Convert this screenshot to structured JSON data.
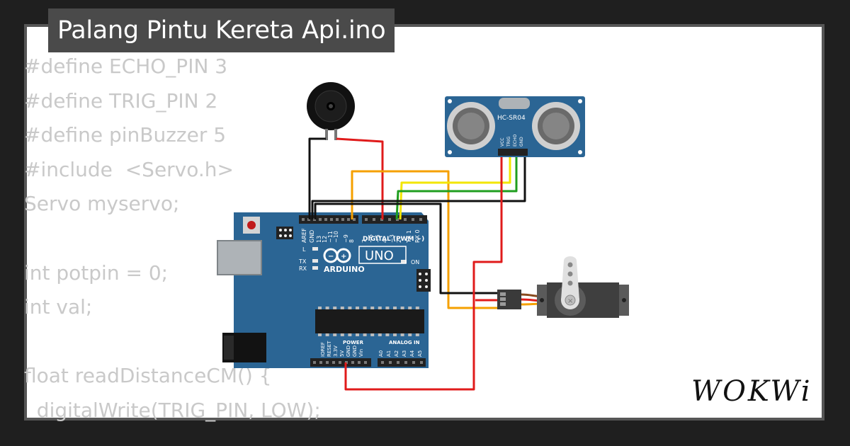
{
  "window": {
    "title": "Palang Pintu Kereta Api.ino"
  },
  "code": {
    "lines": [
      "#define ECHO_PIN 3",
      "#define TRIG_PIN 2",
      "#define pinBuzzer 5",
      "#include  <Servo.h>",
      "Servo myservo;",
      "",
      "int potpin = 0;",
      "int val;",
      "",
      "float readDistanceCM() {",
      "  digitalWrite(TRIG_PIN, LOW);"
    ]
  },
  "arduino": {
    "brand": "ARDUINO",
    "model": "UNO",
    "digital_label": "DIGITAL (PWM ~)",
    "power_label": "POWER",
    "analog_label": "ANALOG IN",
    "on_label": "ON",
    "led_labels": [
      "L",
      "TX",
      "RX"
    ],
    "digital_pins": [
      "AREF",
      "GND",
      "13",
      "12",
      "~11",
      "~10",
      "~9",
      "8",
      "7",
      "~6",
      "~5",
      "4",
      "~3",
      "2",
      "TX 1",
      "RX 0"
    ],
    "power_pins": [
      "IOREF",
      "RESET",
      "3.3V",
      "5V",
      "GND",
      "GND",
      "Vin"
    ],
    "analog_pins": [
      "A0",
      "A1",
      "A2",
      "A3",
      "A4",
      "A5"
    ]
  },
  "ultrasonic": {
    "model": "HC-SR04",
    "pins": [
      "VCC",
      "TRIG",
      "ECHO",
      "GND"
    ]
  },
  "components": {
    "buzzer": "buzzer",
    "servo": "servo"
  },
  "brand": {
    "logo_text": "WOKWi"
  },
  "colors": {
    "background": "#1f1f1f",
    "card_border": "#565656",
    "title_bg": "#4a4a4a",
    "code_text": "#c9c9c9",
    "board_blue": "#2b6594",
    "wire_red": "#e01b1b",
    "wire_black": "#111111",
    "wire_orange": "#f5a000",
    "wire_yellow": "#f2e600",
    "wire_green": "#1f9e1f"
  }
}
